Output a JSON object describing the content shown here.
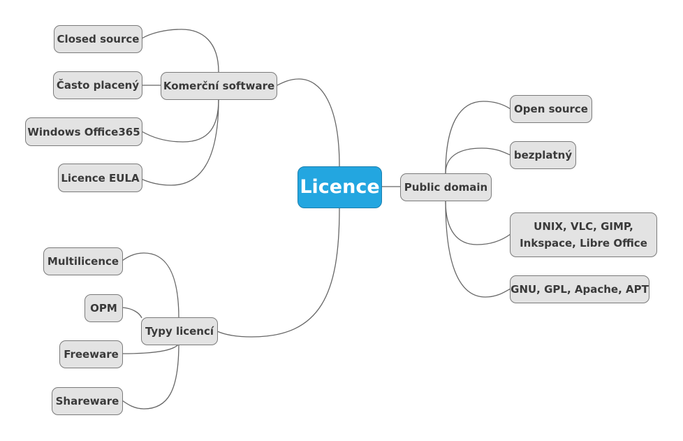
{
  "central": {
    "label": "Licence",
    "color": "#23a6e0"
  },
  "branches": {
    "komercni": {
      "label": "Komerční software",
      "children": [
        "Closed source",
        "Často placený",
        "Windows Office365",
        "Licence EULA"
      ]
    },
    "public_domain": {
      "label": "Public domain",
      "children": [
        "Open source",
        "bezplatný",
        "UNIX, VLC, GIMP, Inkspace, Libre Office",
        "GNU, GPL, Apache, APT"
      ]
    },
    "typy": {
      "label": "Typy licencí",
      "children": [
        "Multilicence",
        "OPM",
        "Freeware",
        "Shareware"
      ]
    }
  },
  "node_fill": "#e3e3e3",
  "line_color": "#666666"
}
